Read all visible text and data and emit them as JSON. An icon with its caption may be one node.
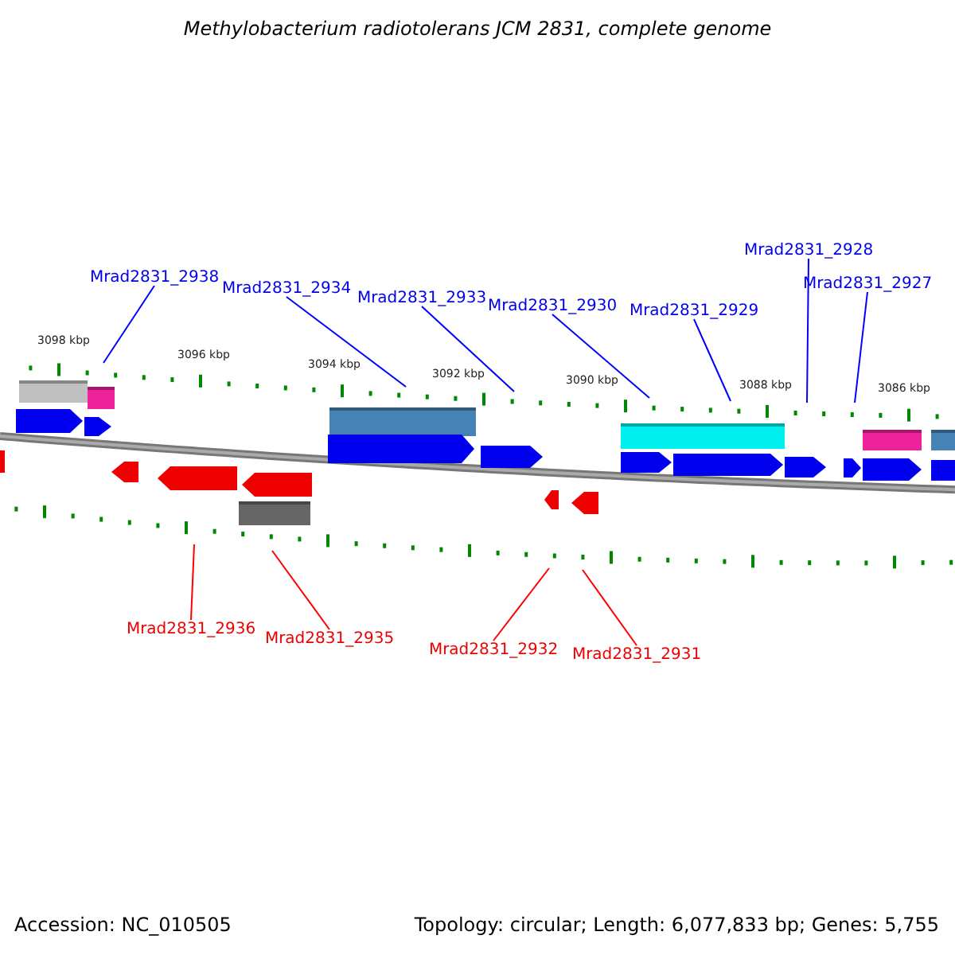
{
  "diagram": {
    "title": "Methylobacterium radiotolerans JCM 2831, complete genome",
    "nodes": [
      {
        "text": [
          "Mrad2831_2938"
        ]
      },
      {
        "text": [
          "Mrad2831_2934"
        ]
      },
      {
        "text": [
          "Mrad2831_2933"
        ]
      },
      {
        "text": [
          "Mrad2831_2930"
        ]
      },
      {
        "text": [
          "Mrad2831_2929"
        ]
      },
      {
        "text": [
          "Mrad2831_2928"
        ]
      },
      {
        "text": [
          "Mrad2831_2927"
        ]
      },
      {
        "text": [
          "Mrad2831_2936"
        ]
      },
      {
        "text": [
          "Mrad2831_2935"
        ]
      },
      {
        "text": [
          "Mrad2831_2932"
        ]
      },
      {
        "text": [
          "Mrad2831_2931"
        ]
      }
    ],
    "edges": [
      {
        "from": 0,
        "to": null,
        "arrow": "none"
      },
      {
        "from": 1,
        "to": null,
        "arrow": "none"
      },
      {
        "from": 2,
        "to": null,
        "arrow": "none"
      },
      {
        "from": 3,
        "to": null,
        "arrow": "none"
      },
      {
        "from": 4,
        "to": null,
        "arrow": "none"
      },
      {
        "from": 5,
        "to": null,
        "arrow": "none"
      },
      {
        "from": 6,
        "to": null,
        "arrow": "none"
      },
      {
        "from": 7,
        "to": null,
        "arrow": "none",
        "color": "#ff0000"
      },
      {
        "from": 8,
        "to": null,
        "arrow": "none",
        "color": "#ff0000"
      },
      {
        "from": 9,
        "to": null,
        "arrow": "none",
        "color": "#ff0000"
      },
      {
        "from": 10,
        "to": null,
        "arrow": "none",
        "color": "#ff0000"
      }
    ],
    "labels": [
      "3098 kbp",
      "3096 kbp",
      "3094 kbp",
      "3092 kbp",
      "3090 kbp",
      "3088 kbp",
      "3086 kbp",
      "Accession: NC_010505",
      "Topology: circular; Length: 6,077,833 bp; Genes: 5,755"
    ]
  }
}
